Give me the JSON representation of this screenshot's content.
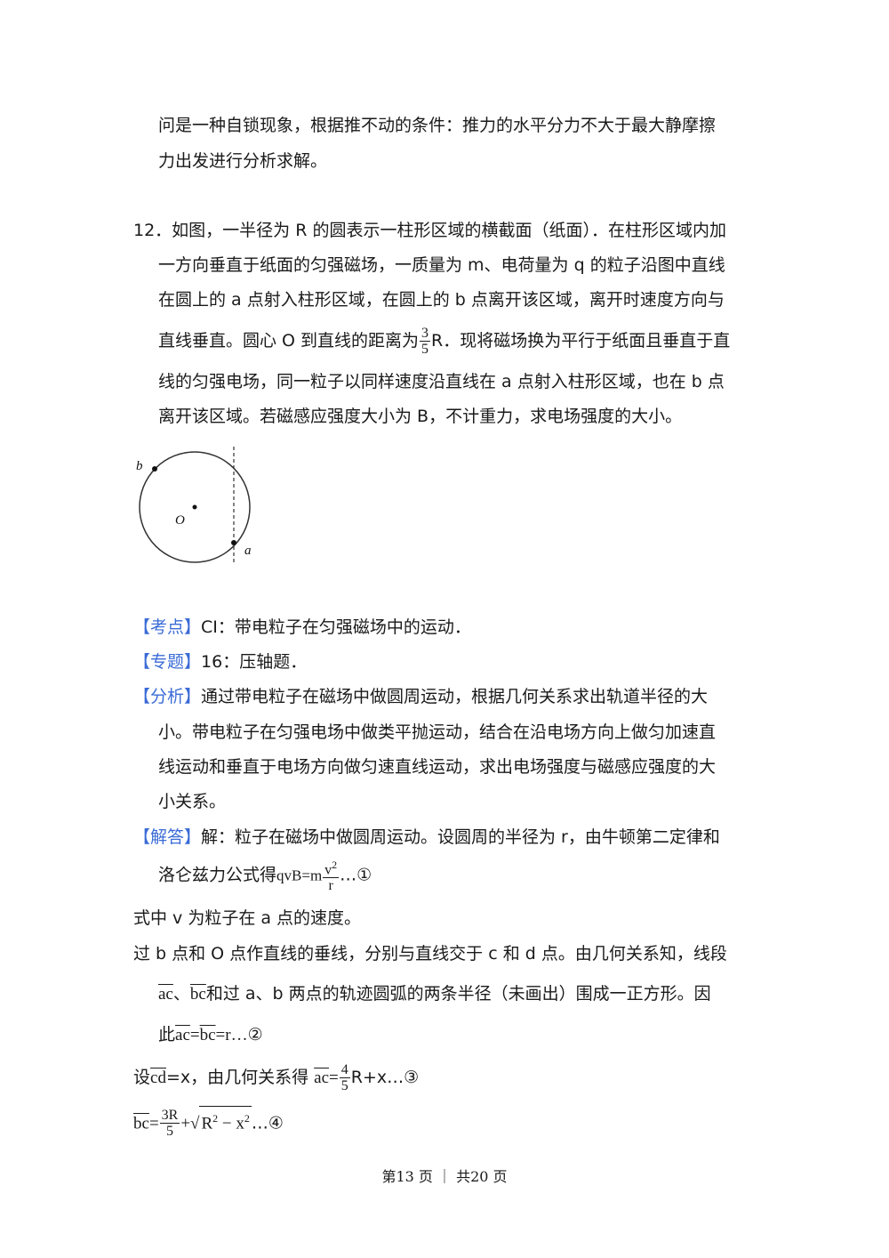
{
  "prev": {
    "line1": "问是一种自锁现象，根据推不动的条件：推力的水平分力不大于最大静摩擦",
    "line2": "力出发进行分析求解。"
  },
  "problem": {
    "l1": "12．如图，一半径为 R 的圆表示一柱形区域的横截面（纸面）．在柱形区域内加",
    "l2": "一方向垂直于纸面的匀强磁场，一质量为 m、电荷量为 q 的粒子沿图中直线",
    "l3": "在圆上的 a 点射入柱形区域，在圆上的 b 点离开该区域，离开时速度方向与",
    "l4_a": "直线垂直。圆心 O 到直线的距离为",
    "l4_num": "3",
    "l4_den": "5",
    "l4_b": "R．现将磁场换为平行于纸面且垂直于直",
    "l5": "线的匀强电场，同一粒子以同样速度沿直线在 a 点射入柱形区域，也在 b 点",
    "l6": "离开该区域。若磁感应强度大小为 B，不计重力，求电场强度的大小。"
  },
  "figure": {
    "label_b": "b",
    "label_o": "O",
    "label_a": "a"
  },
  "kaodian": {
    "tag": "【考点】",
    "text": "CI：带电粒子在匀强磁场中的运动．"
  },
  "zhuanti": {
    "tag": "【专题】",
    "text": "16：压轴题．"
  },
  "fenxi": {
    "tag": "【分析】",
    "l1": "通过带电粒子在磁场中做圆周运动，根据几何关系求出轨道半径的大",
    "l2": "小。带电粒子在匀强电场中做类平抛运动，结合在沿电场方向上做匀加速直",
    "l3": "线运动和垂直于电场方向做匀速直线运动，求出电场强度与磁感应强度的大",
    "l4": "小关系。"
  },
  "jieda": {
    "tag": "【解答】",
    "l1": "解：粒子在磁场中做圆周运动。设圆周的半径为 r，由牛顿第二定律和",
    "l2_a": "洛仑兹力公式得",
    "l2_eq": "qvB=m",
    "l2_num": "v",
    "l2_den": "r",
    "l2_end": "…①",
    "l3": "式中 v 为粒子在 a 点的速度。",
    "l4": "过 b 点和 O 点作直线的垂线，分别与直线交于 c 和 d 点。由几何关系知，线段",
    "l5_ac": "ac",
    "l5_sep": "、",
    "l5_bc": "bc",
    "l5_text": "和过 a、b 两点的轨迹圆弧的两条半径（未画出）围成一正方形。因",
    "l6_a": "此",
    "l6_ac": "ac",
    "l6_eq": "=",
    "l6_bc": "bc",
    "l6_end": "=r…②",
    "l7_a": "设",
    "l7_cd": "cd",
    "l7_b": "=x，由几何关系得",
    "l7_ac": "ac",
    "l7_eq": "=",
    "l7_num": "4",
    "l7_den": "5",
    "l7_end": "R+x…③",
    "l8_bc": "bc",
    "l8_eq": "=",
    "l8_num": "3R",
    "l8_den": "5",
    "l8_plus": "+√",
    "l8_rad": "R",
    "l8_minus": " − x",
    "l8_end": "…④"
  },
  "footer": "第13 页 ｜ 共20 页"
}
